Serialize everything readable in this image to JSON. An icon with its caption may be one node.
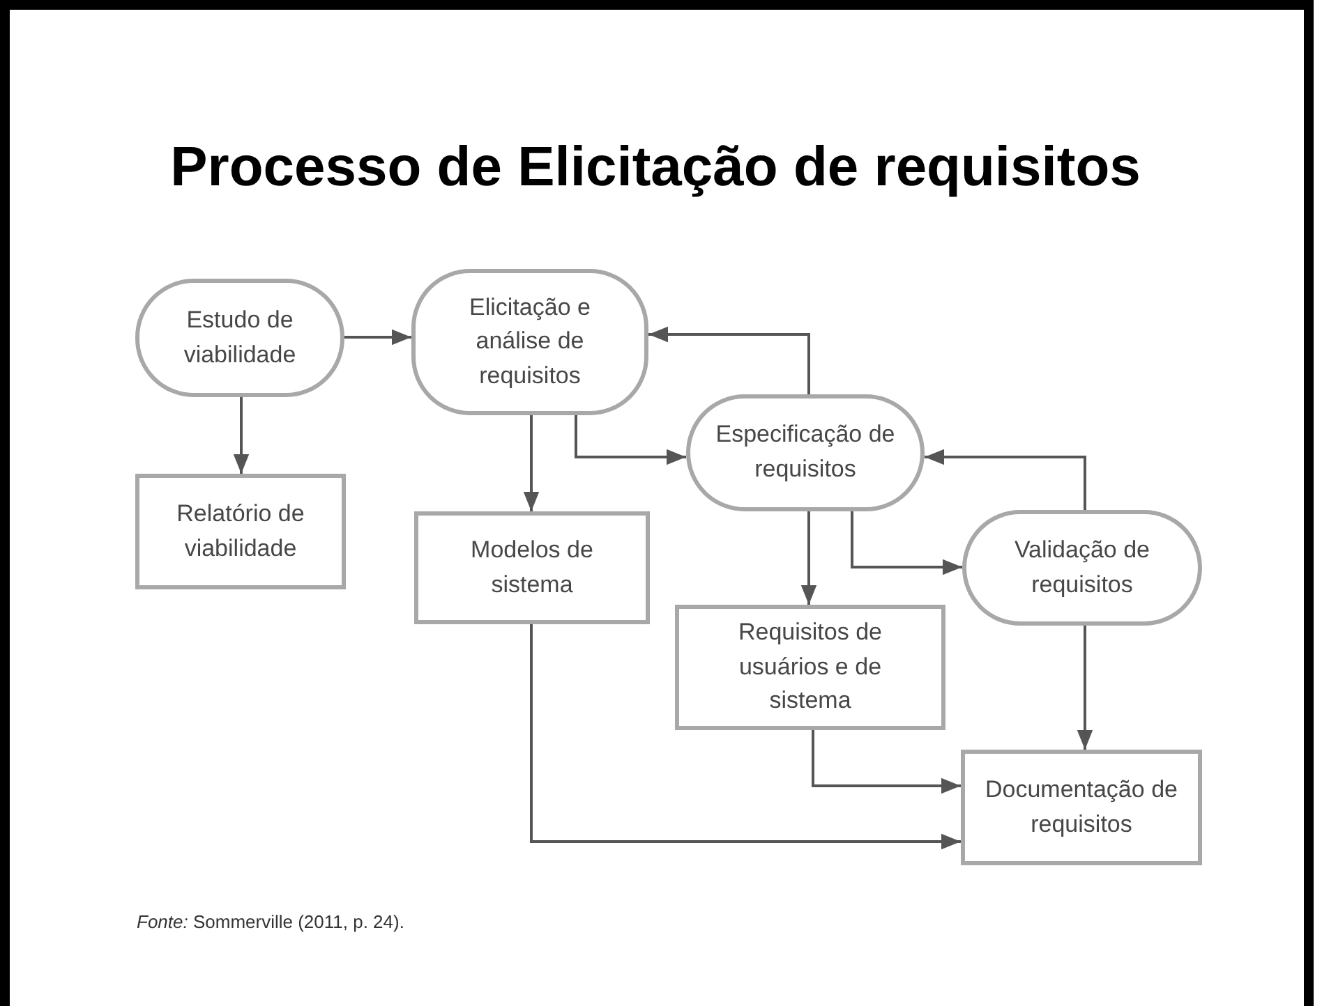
{
  "diagram": {
    "title": "Processo de Elicitação de requisitos",
    "caption": "*Fonte:* Sommerville (2011, p. 24).",
    "nodes": [
      {
        "text": [
          "Estudo de viabilidade"
        ]
      },
      {
        "text": [
          "Elicitação e análise de requisitos"
        ]
      },
      {
        "text": [
          "Relatório de viabilidade"
        ]
      },
      {
        "text": [
          "Especificação de requisitos"
        ]
      },
      {
        "text": [
          "Modelos de sistema"
        ]
      },
      {
        "text": [
          "Validação de requisitos"
        ]
      },
      {
        "text": [
          "Requisitos de usuários e de sistema"
        ]
      },
      {
        "text": [
          "Documentação de requisitos"
        ]
      }
    ],
    "edges": [
      {
        "from": 0,
        "to": 1,
        "arrow": "to"
      },
      {
        "from": 0,
        "to": 2,
        "arrow": "to"
      },
      {
        "from": 1,
        "to": 4,
        "arrow": "to"
      },
      {
        "from": 1,
        "to": 3,
        "arrow": "to"
      },
      {
        "from": 3,
        "to": 1,
        "arrow": "to"
      },
      {
        "from": 3,
        "to": 6,
        "arrow": "to"
      },
      {
        "from": 3,
        "to": 5,
        "arrow": "to"
      },
      {
        "from": 5,
        "to": 3,
        "arrow": "to"
      },
      {
        "from": 5,
        "to": 7,
        "arrow": "to"
      },
      {
        "from": 6,
        "to": 7,
        "arrow": "to"
      },
      {
        "from": 4,
        "to": 7,
        "arrow": "to"
      }
    ]
  }
}
